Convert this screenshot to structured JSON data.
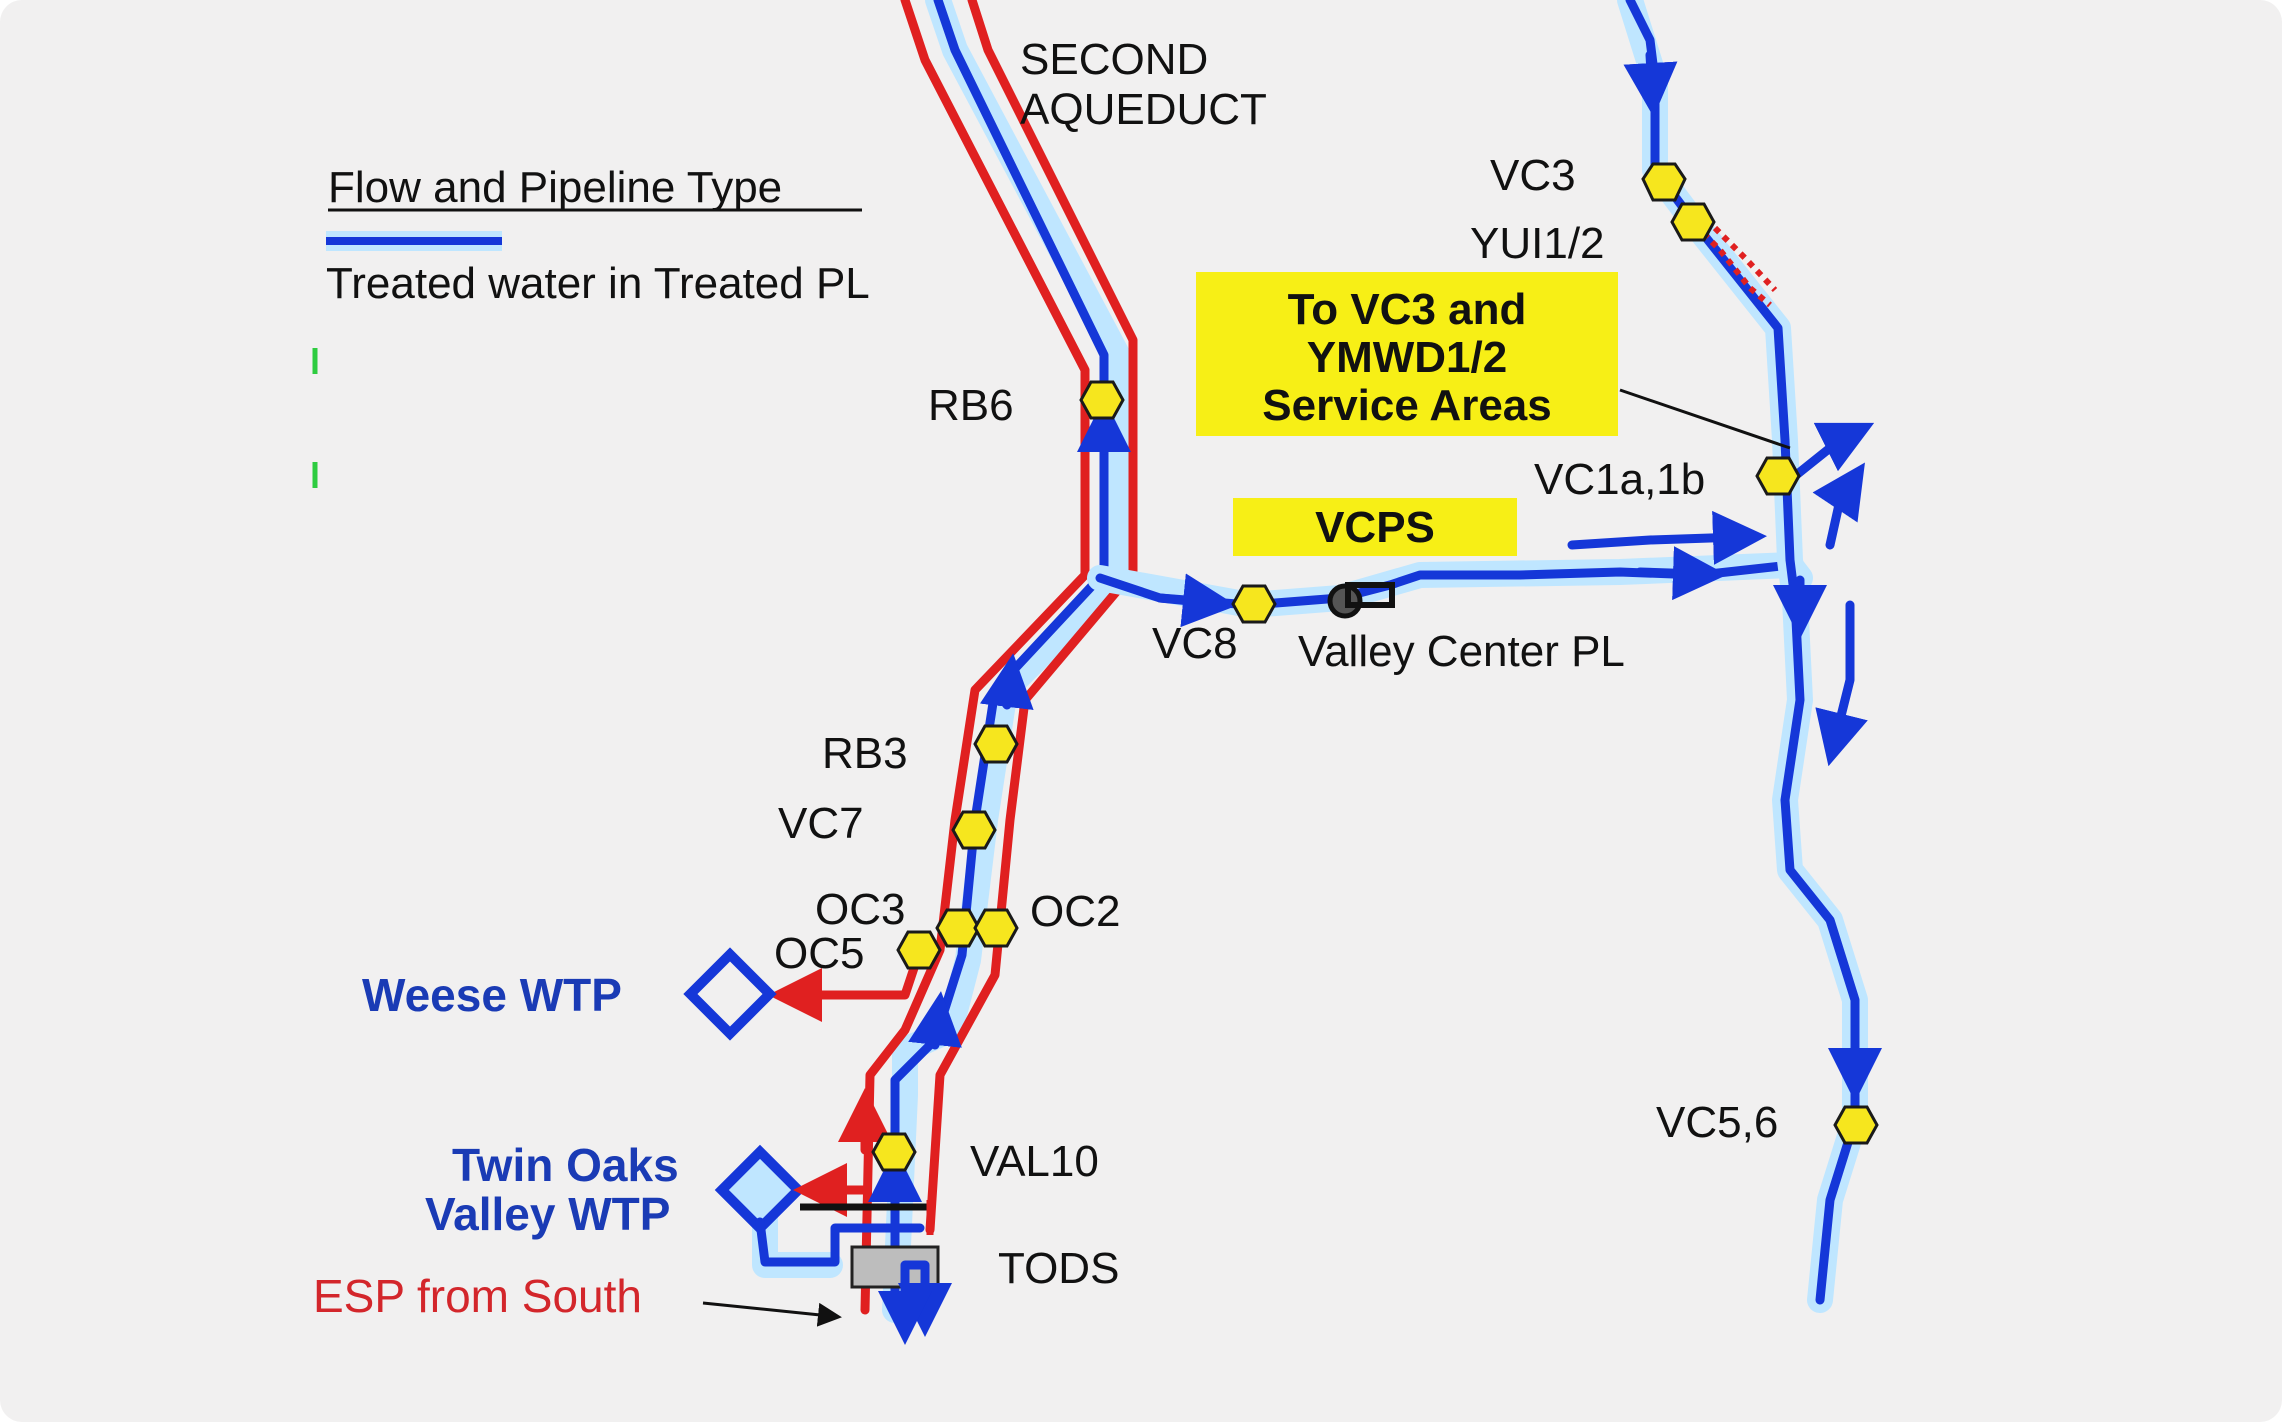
{
  "legend": {
    "title": "Flow and Pipeline Type",
    "entry_1": "Treated water in Treated PL",
    "line_color": "#1537d8"
  },
  "labels": {
    "second_aqueduct_1": "SECOND",
    "second_aqueduct_2": "AQUEDUCT",
    "vc3": "VC3",
    "yui": "YUI1/2",
    "rb6": "RB6",
    "vc1a1b": "VC1a,1b",
    "vc8": "VC8",
    "valley_center_pl": "Valley Center PL",
    "rb3": "RB3",
    "vc7": "VC7",
    "oc3": "OC3",
    "oc2": "OC2",
    "oc5": "OC5",
    "weese_wtp": "Weese WTP",
    "val10": "VAL10",
    "vc56": "VC5,6",
    "twin_oaks_1": "Twin Oaks",
    "twin_oaks_2": "Valley WTP",
    "tods": "TODS",
    "esp": "ESP from South"
  },
  "callouts": {
    "service_areas_1": "To VC3 and",
    "service_areas_2": "YMWD1/2",
    "service_areas_3": "Service Areas",
    "vcps": "VCPS"
  },
  "colors": {
    "raw_pipe": "#e02020",
    "treated_pipe": "#1537d8",
    "node_fill": "#f6e61e",
    "callout_fill": "#f7ef16",
    "wtp_label": "#1a3bb5",
    "esp_label": "#d3262b",
    "background": "#f1f0f0"
  }
}
